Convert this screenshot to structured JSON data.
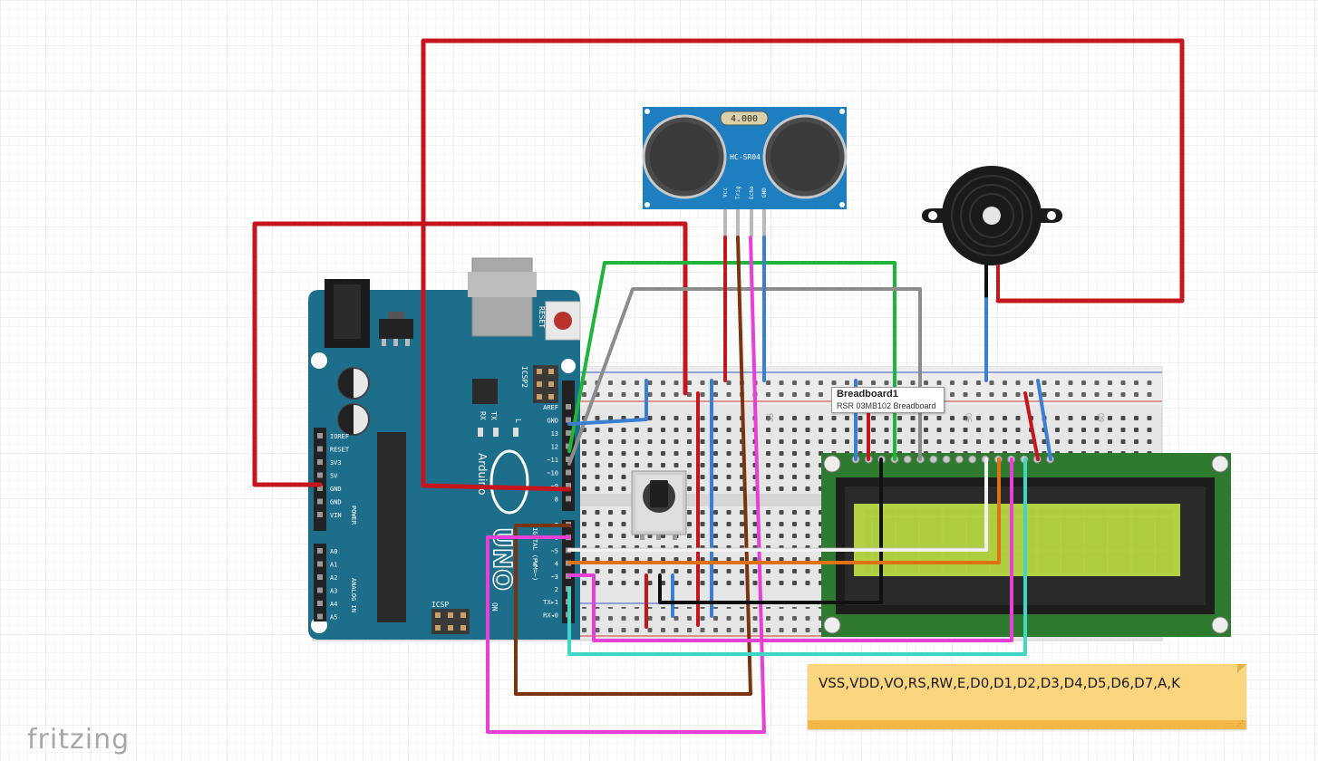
{
  "app": {
    "logo": "fritzing"
  },
  "tooltip": {
    "title": "Breadboard1",
    "subtitle": "RSR 03MB102 Breadboard"
  },
  "note": {
    "text": "VSS,VDD,VO,RS,RW,E,D0,D1,D2,D3,D4,D5,D6,D7,A,K"
  },
  "arduino": {
    "board_name": "Arduino",
    "board_model": "UNO",
    "reset_label": "RESET",
    "icsp2_label": "ICSP2",
    "icsp_label": "ICSP",
    "tx_label": "TX",
    "rx_label": "RX",
    "l_label": "L",
    "on_label": "ON",
    "power_label": "POWER",
    "analog_label": "ANALOG IN",
    "digital_label": "DIGITAL (PWM=~)",
    "power_pins": [
      "IOREF",
      "RESET",
      "3V3",
      "5V",
      "GND",
      "GND",
      "VIN"
    ],
    "analog_pins": [
      "A0",
      "A1",
      "A2",
      "A3",
      "A4",
      "A5"
    ],
    "top_header_pins": [
      "AREF",
      "GND",
      "13",
      "12",
      "~11",
      "~10",
      "~9",
      "8"
    ],
    "bottom_header_pins": [
      "7",
      "~6",
      "~5",
      "4",
      "~3",
      "2",
      "TX▸1",
      "RX◂0"
    ]
  },
  "sensor": {
    "label": "HC-SR04",
    "crystal": "4.000",
    "pins": [
      "Vcc",
      "Trig",
      "Echo",
      "GND"
    ]
  },
  "breadboard": {
    "column_labels": [
      "35",
      "50",
      "60"
    ]
  },
  "colors": {
    "background": "#ffffff",
    "grid": "#e3e6ea",
    "arduino_board": "#1d6e8a",
    "sensor_board": "#1e7fc0",
    "lcd_pcb": "#2e7a2e",
    "lcd_screen": "#b3d043",
    "wire_red": "#c4161c",
    "wire_green": "#1fb53a",
    "wire_gray": "#8c8c8c",
    "wire_brown": "#7a3510",
    "wire_blue": "#3b7fd3",
    "wire_magenta": "#e83fd6",
    "wire_cyan": "#3fd6c8",
    "wire_orange": "#e07214",
    "wire_black": "#111111",
    "wire_white": "#f2f2f2",
    "note_fill": "#fbd67e"
  }
}
